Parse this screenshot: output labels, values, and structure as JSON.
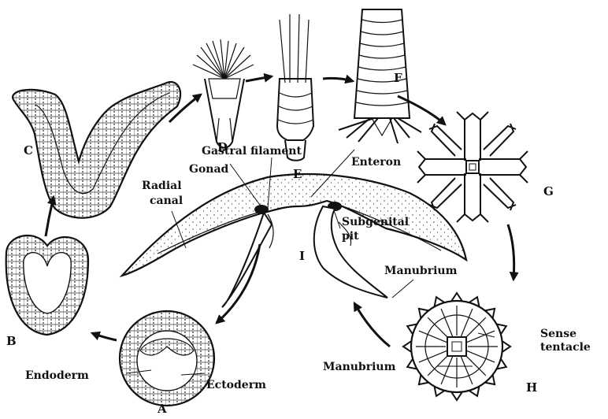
{
  "stage_letters": {
    "a": "A",
    "b": "B",
    "c": "C",
    "d": "D",
    "e": "E",
    "f": "F",
    "g": "G",
    "h": "H",
    "i": "I"
  },
  "labels": {
    "gastral_filament": "Gastral filament",
    "enteron": "Enteron",
    "gonad": "Gonad",
    "radial": "Radial",
    "canal": "canal",
    "subgenital": "Subgenital",
    "pit": "pit",
    "manubrium_i": "Manubrium",
    "sense": "Sense",
    "tentacle": "tentacle",
    "manubrium_h": "Manubrium",
    "endoderm": "Endoderm",
    "ectoderm": "Ectoderm"
  }
}
